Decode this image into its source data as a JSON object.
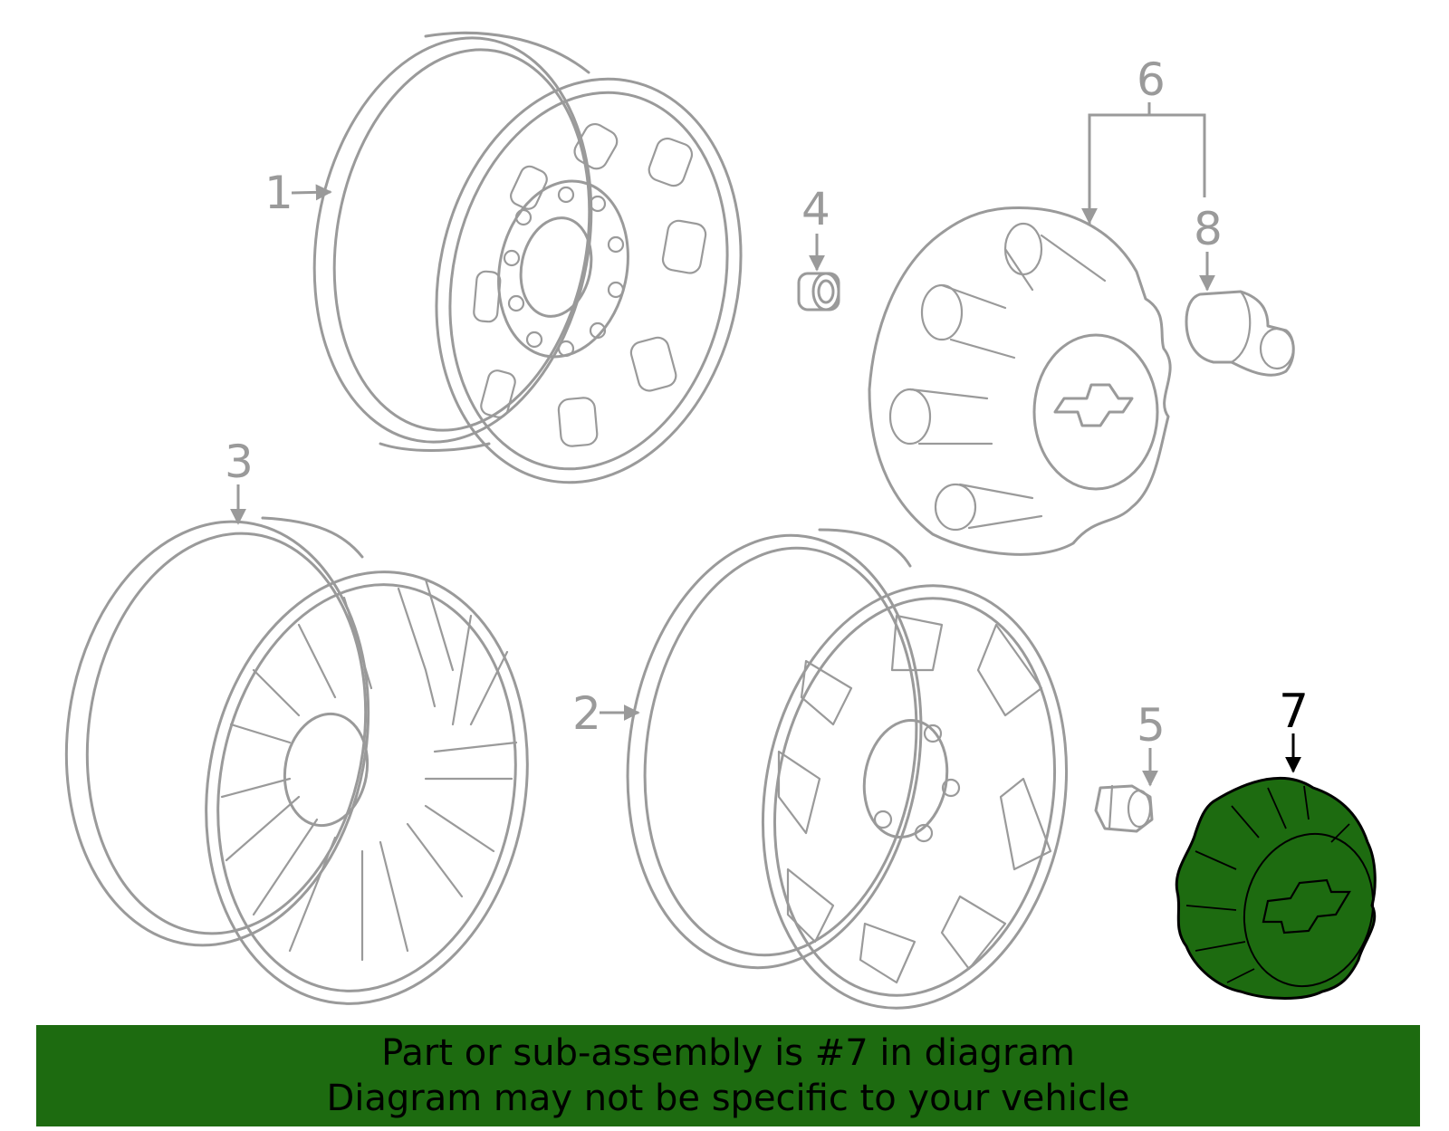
{
  "callouts": {
    "c1": "1",
    "c2": "2",
    "c3": "3",
    "c4": "4",
    "c5": "5",
    "c6": "6",
    "c7": "7",
    "c8": "8"
  },
  "highlight": {
    "part_number": "7",
    "fill_color": "#1d6b10"
  },
  "banner": {
    "line1": "Part or sub-assembly is #7 in diagram",
    "line2": "Diagram may not be specific to your vehicle",
    "background_color": "#1d6b10"
  },
  "colors": {
    "line_art": "#9a9a9a",
    "highlight_outline": "#000000"
  }
}
